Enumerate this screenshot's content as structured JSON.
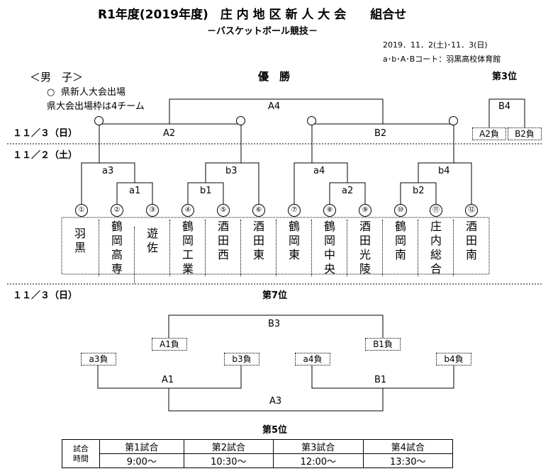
{
  "header": {
    "title": "R1年度(2019年度)　庄 内 地 区 新 人 大 会　　組合せ",
    "subtitle": "－バスケットボール競技－",
    "date": "2019．11．2(土)･11．3(日)",
    "venue": "a･b･A･Bコート：羽黒高校体育館"
  },
  "section": {
    "label": "＜男　子＞",
    "legend_mark": "○",
    "legend_text": "県新人大会出場",
    "quota": "県大会出場枠は4チーム"
  },
  "dates": {
    "day3": "１１／３（日）",
    "day2": "１１／２（土）",
    "day3b": "１１／３（日）"
  },
  "bracket": {
    "champion": "優　勝",
    "third_place": "第3位",
    "final": "A4",
    "semi_left": "A2",
    "semi_right": "B2",
    "third_game": "B4",
    "third_left": "A2負",
    "third_right": "B2負",
    "qf": [
      "a3",
      "b3",
      "a4",
      "b4"
    ],
    "r1": [
      "a1",
      "b1",
      "a2",
      "b2"
    ]
  },
  "teams": [
    {
      "num": "①",
      "name": "羽黒"
    },
    {
      "num": "②",
      "name": "鶴岡高専"
    },
    {
      "num": "③",
      "name": "遊佐"
    },
    {
      "num": "④",
      "name": "鶴岡工業"
    },
    {
      "num": "⑤",
      "name": "酒田西"
    },
    {
      "num": "⑥",
      "name": "酒田東"
    },
    {
      "num": "⑦",
      "name": "鶴岡東"
    },
    {
      "num": "⑧",
      "name": "鶴岡中央"
    },
    {
      "num": "⑨",
      "name": "酒田光陵"
    },
    {
      "num": "⑩",
      "name": "鶴岡南"
    },
    {
      "num": "⑪",
      "name": "庄内総合"
    },
    {
      "num": "⑫",
      "name": "酒田南"
    }
  ],
  "placement": {
    "seventh": "第7位",
    "fifth": "第5位",
    "b3": "B3",
    "a1_loser": "A1負",
    "b1_loser": "B1負",
    "a3_loser": "a3負",
    "b3_loser": "b3負",
    "a4_loser": "a4負",
    "b4_loser": "b4負",
    "a1": "A1",
    "b1": "B1",
    "a3": "A3"
  },
  "schedule": {
    "row_label": "試合\n時間",
    "row_label_top": "試合",
    "row_label_bottom": "時間",
    "games": [
      "第1試合",
      "第2試合",
      "第3試合",
      "第4試合"
    ],
    "times": [
      "9:00～",
      "10:30～",
      "12:00～",
      "13:30～"
    ]
  }
}
